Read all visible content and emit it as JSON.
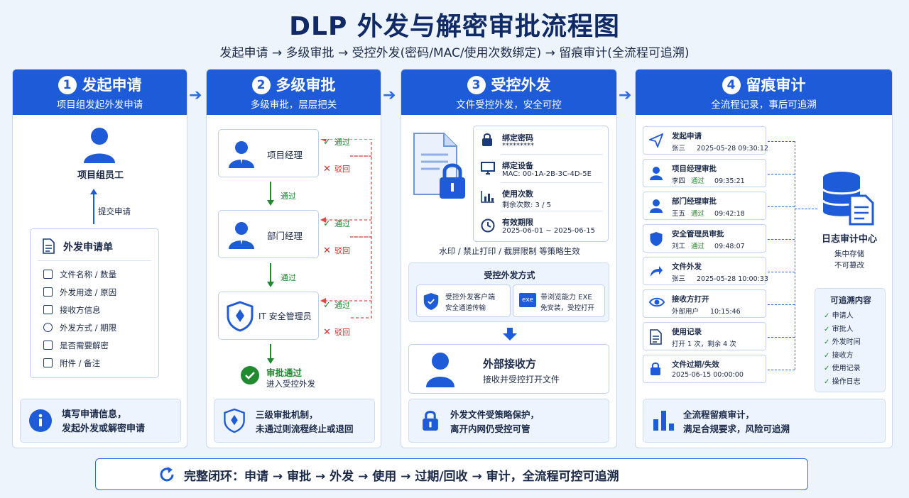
{
  "title": "DLP 外发与解密审批流程图",
  "subtitle": "发起申请 → 多级审批 → 受控外发(密码/MAC/使用次数绑定) → 留痕审计(全流程可追溯)",
  "steps": [
    {
      "num": "1",
      "title": "发起申请",
      "sub": "项目组发起外发申请"
    },
    {
      "num": "2",
      "title": "多级审批",
      "sub": "多级审批，层层把关"
    },
    {
      "num": "3",
      "title": "受控外发",
      "sub": "文件受控外发，安全可控"
    },
    {
      "num": "4",
      "title": "留痕审计",
      "sub": "全流程记录，事后可追溯"
    }
  ],
  "step1": {
    "person": "项目组员工",
    "submit": "提交申请",
    "form_title": "外发申请单",
    "form_items": [
      "文件名称 / 数量",
      "外发用途 / 原因",
      "接收方信息",
      "外发方式 / 期限",
      "是否需要解密",
      "附件 / 备注"
    ],
    "note": [
      "填写申请信息，",
      "发起外发或解密申请"
    ]
  },
  "step2": {
    "approvers": [
      "项目经理",
      "部门经理",
      "IT 安全管理员"
    ],
    "pass": "通过",
    "reject": "驳回",
    "approved": "审批通过",
    "approved_sub": "进入受控外发",
    "note": [
      "三级审批机制，",
      "未通过则流程终止或退回"
    ]
  },
  "step3": {
    "bindings": [
      {
        "label": "绑定密码",
        "value": "*********"
      },
      {
        "label": "绑定设备",
        "value": "MAC: 00-1A-2B-3C-4D-5E"
      },
      {
        "label": "使用次数",
        "value": "剩余次数: 3 / 5"
      },
      {
        "label": "有效期限",
        "value": "2025-06-01 ~ 2025-06-15"
      }
    ],
    "policy": "水印 / 禁止打印 / 截屏限制 等策略生效",
    "methods_title": "受控外发方式",
    "methods": [
      {
        "title": "受控外发客户端",
        "sub": "安全通道传输",
        "icon": "shield-icon"
      },
      {
        "title": "带浏览能力 EXE",
        "sub": "免安装，受控打开",
        "icon": "exe-icon",
        "badge": "exe"
      }
    ],
    "receiver_title": "外部接收方",
    "receiver_sub": "接收并受控打开文件",
    "note": [
      "外发文件受策略保护，",
      "离开内网仍受控可管"
    ]
  },
  "step4": {
    "logs": [
      {
        "title": "发起申请",
        "who": "张三",
        "status": "",
        "time": "2025-05-28 09:30:12",
        "icon": "send-icon"
      },
      {
        "title": "项目经理审批",
        "who": "李四",
        "status": "通过",
        "time": "09:35:21",
        "icon": "user-icon"
      },
      {
        "title": "部门经理审批",
        "who": "王五",
        "status": "通过",
        "time": "09:42:18",
        "icon": "user-icon"
      },
      {
        "title": "安全管理员审批",
        "who": "刘工",
        "status": "通过",
        "time": "09:48:07",
        "icon": "shield-icon"
      },
      {
        "title": "文件外发",
        "who": "张三",
        "status": "",
        "time": "2025-05-28 10:00:33",
        "icon": "share-icon"
      },
      {
        "title": "接收方打开",
        "who": "外部用户",
        "status": "",
        "time": "10:15:46",
        "icon": "eye-icon"
      },
      {
        "title": "使用记录",
        "who": "打开 1 次，剩余 4 次",
        "status": "",
        "time": "",
        "icon": "doc-icon"
      },
      {
        "title": "文件过期/失效",
        "who": "2025-06-15 00:00:00",
        "status": "",
        "time": "",
        "icon": "lock-icon"
      }
    ],
    "center_title": "日志审计中心",
    "center_sub": [
      "集中存储",
      "不可篡改"
    ],
    "trace_title": "可追溯内容",
    "trace_items": [
      "申请人",
      "审批人",
      "外发时间",
      "接收方",
      "使用记录",
      "操作日志"
    ],
    "note": [
      "全流程留痕审计，",
      "满足合规要求，风险可追溯"
    ]
  },
  "footer": "完整闭环：申请 → 审批 → 外发 → 使用 → 过期/回收 → 审计，全流程可控可追溯",
  "colors": {
    "primary": "#1e5bd8",
    "pass": "#1f8a2e",
    "reject": "#d62a2a",
    "background": "#eef4fc"
  }
}
